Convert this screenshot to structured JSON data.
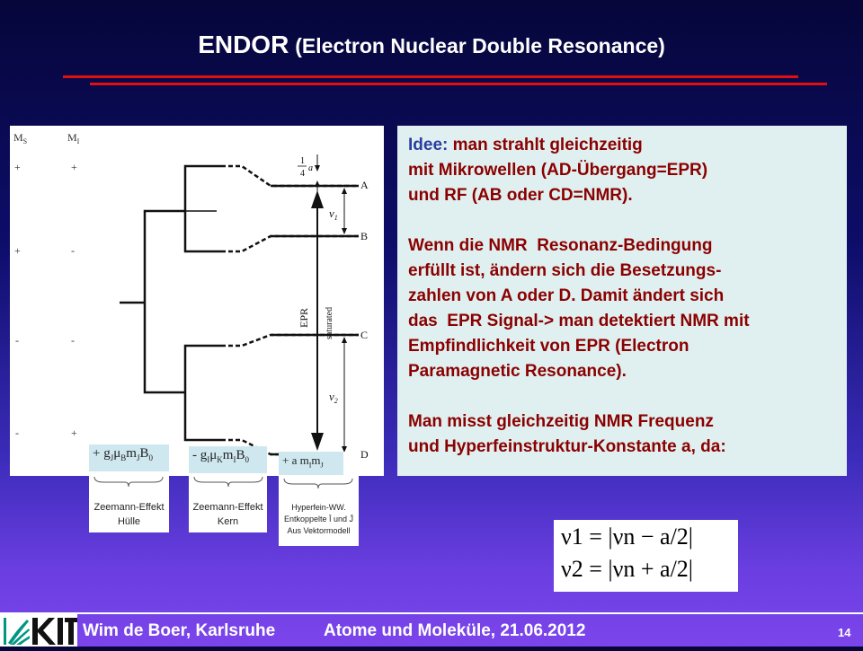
{
  "slide": {
    "title_main": "ENDOR",
    "title_sub": "(Electron Nuclear Double Resonance)",
    "text": {
      "idea_lead": "Idee:",
      "idea_line1": " man strahlt gleichzeitig",
      "idea_line2": "mit Mikrowellen (AD-Übergang=EPR)",
      "idea_line3": "und RF (AB oder CD=NMR).",
      "para2": [
        "Wenn die NMR  Resonanz-Bedingung",
        "erfüllt ist, ändern sich die Besetzungs-",
        "zahlen von A oder D. Damit ändert sich",
        "das  EPR Signal-> man detektiert NMR mit",
        "Empfindlichkeit von EPR (Electron",
        "Paramagnetic Resonance)."
      ],
      "para3": [
        "Man misst gleichzeitig NMR Frequenz",
        "und Hyperfeinstruktur-Konstante a, da:"
      ]
    },
    "diagram": {
      "col_ms": "M",
      "col_ms_sub": "S",
      "col_mi": "M",
      "col_mi_sub": "I",
      "rows": [
        {
          "ms": "+",
          "mi": "+"
        },
        {
          "ms": "+",
          "mi": "-"
        },
        {
          "ms": "-",
          "mi": "-"
        },
        {
          "ms": "-",
          "mi": "+"
        }
      ],
      "levels": [
        "A",
        "B",
        "C",
        "D"
      ],
      "frac_num": "1",
      "frac_den": "4",
      "frac_a": "a",
      "nu1": "ν",
      "nu1_sub": "1",
      "nu2": "ν",
      "nu2_sub": "2",
      "epr": "EPR",
      "saturated": "saturated"
    },
    "labels": {
      "zeeman_shell_formula": "+ g Jμ BmJB0",
      "zeeman_shell_caption1": "Zeemann-Effekt",
      "zeeman_shell_caption2": "Hülle",
      "zeeman_core_formula": "- gIμKmIB0",
      "zeeman_core_caption1": "Zeemann-Effekt",
      "zeeman_core_caption2": "Kern",
      "hyperfine_formula": "+ a mImJ",
      "hyperfine_caption1": "Hyperfein-WW.",
      "hyperfine_caption2": "Entkoppelte Ī und J̄",
      "hyperfine_caption3": "Aus Vektormodell"
    },
    "equations": {
      "eq1": "ν1 = |νn − a/2|",
      "eq2": "ν2 = |νn + a/2|"
    },
    "footer": {
      "author": "Wim de Boer, Karlsruhe",
      "course": "Atome und Moleküle, 21.06.2012",
      "page": "14"
    },
    "colors": {
      "accent_red": "#e01010",
      "text_red": "#8b0000",
      "text_blue": "#2a3fa0"
    }
  }
}
